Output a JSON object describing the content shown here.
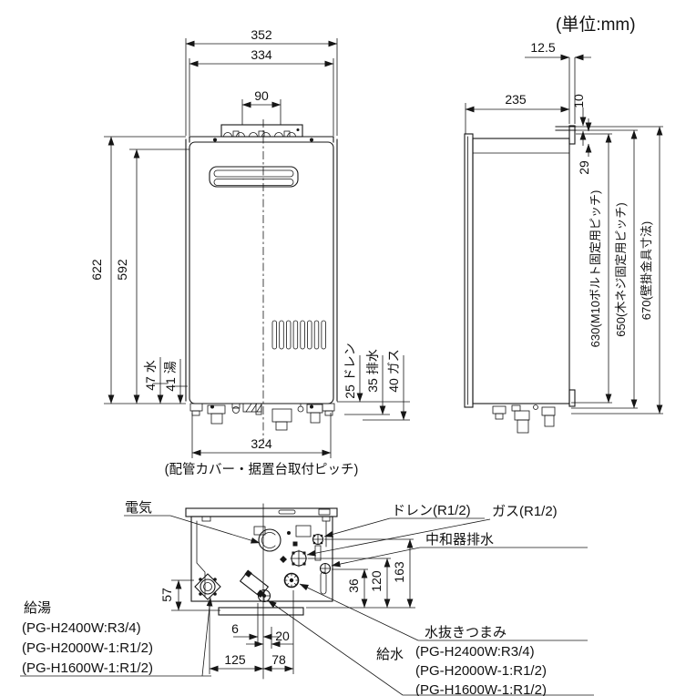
{
  "note_units": "(単位:mm)",
  "front_view": {
    "dim_width_overall": "352",
    "dim_width_case": "334",
    "dim_top_pitch": "90",
    "dim_height_overall": "622",
    "dim_height_case": "592",
    "stub_water": "47 水",
    "stub_hot": "41 湯",
    "stub_drain": "25 ドレン",
    "stub_waste": "35 排水",
    "stub_gas": "40 ガス",
    "dim_bottom_pitch": "324",
    "bottom_pitch_note": "(配管カバー・据置台取付ピッチ)"
  },
  "side_view": {
    "dim_bracket_offset": "12.5",
    "dim_depth": "235",
    "dim_top_gap": "10",
    "dim_hook": "29",
    "pitch_bolt": "630(M10ボルト固定用ピッチ)",
    "pitch_screw": "650(木ネジ固定用ピッチ)",
    "dim_bracket": "670(壁掛金具寸法)"
  },
  "bottom_view": {
    "label_electric": "電気",
    "label_drain": "ドレン(R1/2)",
    "label_gas": "ガス(R1/2)",
    "label_neutralizer_drain": "中和器排水",
    "label_drain_plug": "水抜きつまみ",
    "label_water_inlet": "給水",
    "label_hot_water": "給湯",
    "hot_water_models": [
      "(PG-H2400W:R3/4)",
      "(PG-H2000W-1:R1/2)",
      "(PG-H1600W-1:R1/2)"
    ],
    "water_inlet_models": [
      "(PG-H2400W:R3/4)",
      "(PG-H2000W-1:R1/2)",
      "(PG-H1600W-1:R1/2)"
    ],
    "dim_hot_depth": "57",
    "dim_36": "36",
    "dim_120": "120",
    "dim_163": "163",
    "dim_6": "6",
    "dim_20": "20",
    "dim_125": "125",
    "dim_78": "78"
  }
}
